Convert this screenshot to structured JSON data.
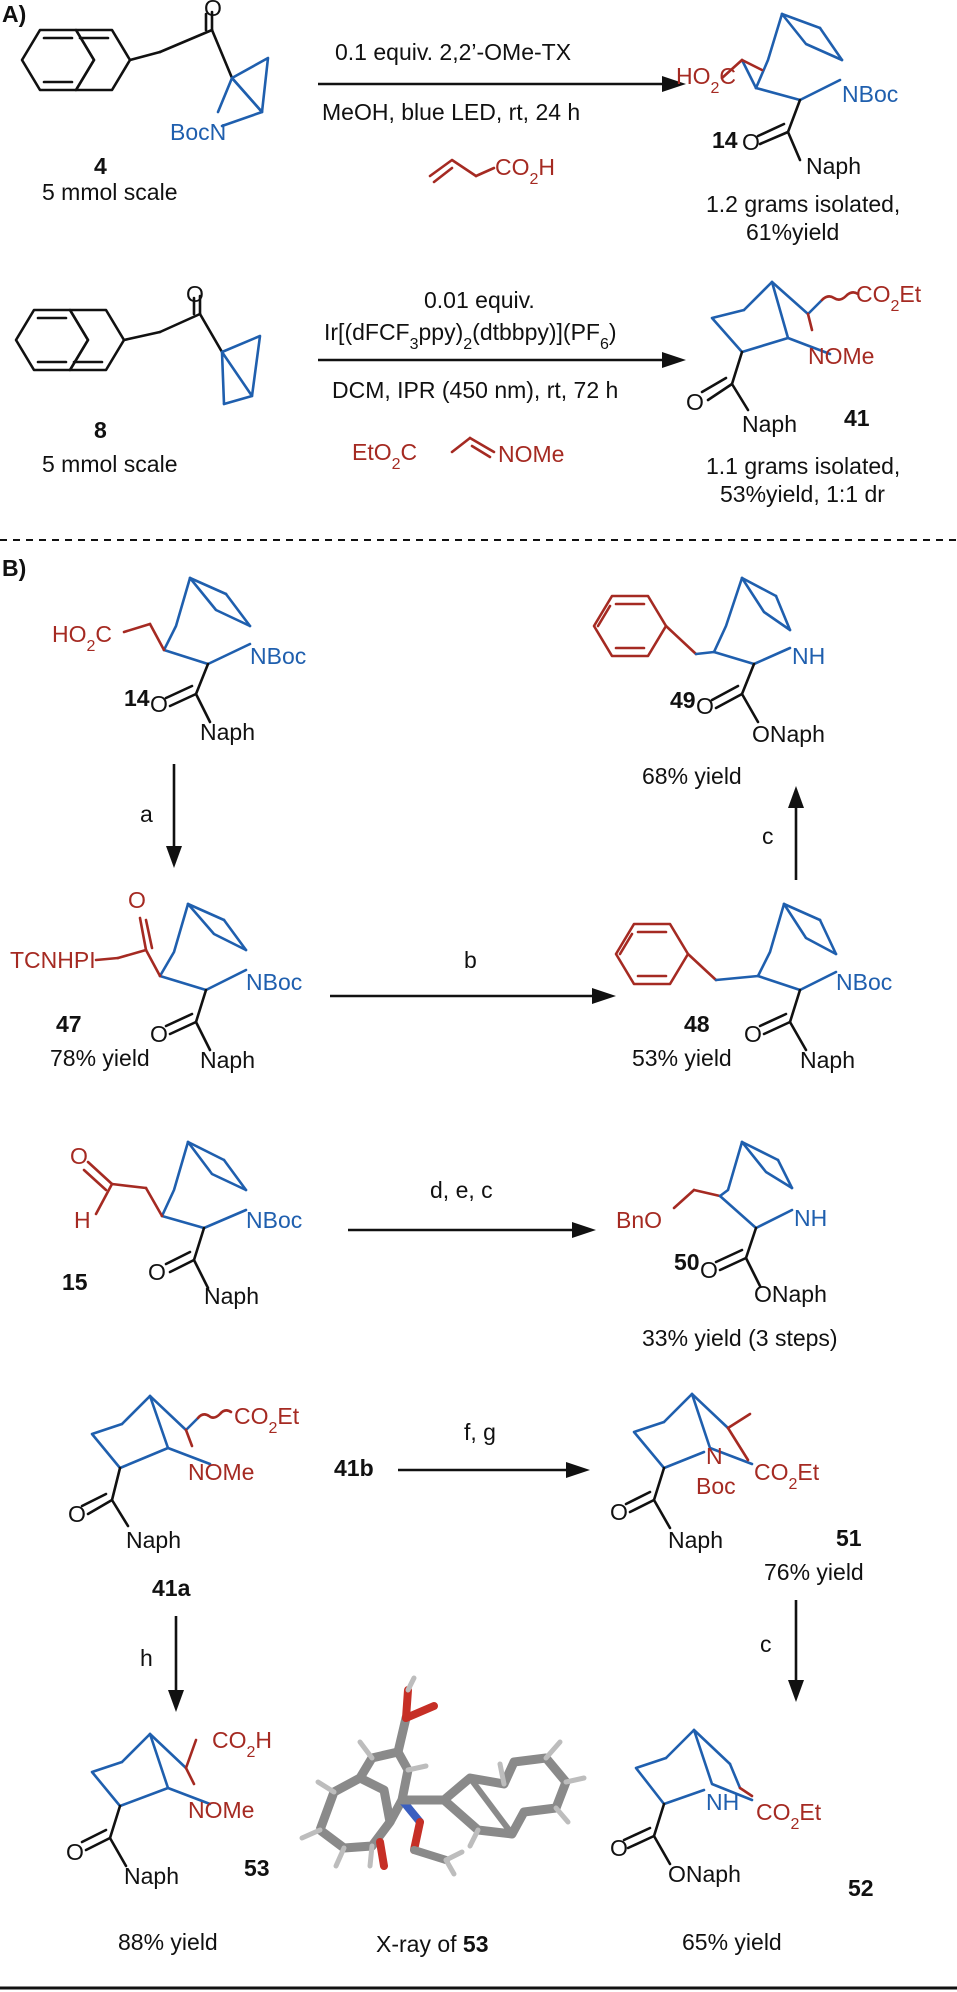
{
  "panels": {
    "a": "A)",
    "b": "B)"
  },
  "labels": {
    "c4": "4",
    "c14": "14",
    "c8": "8",
    "c41": "41",
    "c14b": "14",
    "c49": "49",
    "c47": "47",
    "c48": "48",
    "c15": "15",
    "c50": "50",
    "c41a": "41a",
    "c41b": "41b",
    "c51": "51",
    "c53": "53",
    "c52": "52"
  },
  "groups": {
    "boc": "Boc",
    "nboc": "NBoc",
    "naph": "Naph",
    "onaph": "ONaph",
    "nh": "NH",
    "o": "O",
    "ho2c": "HO",
    "co2h": "CO",
    "co2et": "CO",
    "et": "Et",
    "h": "H",
    "ome": "NOMe",
    "bno": "BnO",
    "tcnhpi": "TCNHPI",
    "n": "N",
    "sub2": "2"
  },
  "row1": {
    "scale": "5 mmol scale",
    "cond1": "0.1 equiv. 2,2’-OMe-TX",
    "cond2": "MeOH, blue LED, rt, 24 h",
    "result1": "1.2 grams isolated,",
    "result2": "61%yield"
  },
  "row2": {
    "scale": "5 mmol scale",
    "cond1": "0.01 equiv.",
    "cond2_a": "Ir[(dFCF",
    "cond2_b": "ppy)",
    "cond2_c": "(dtbbpy)](PF",
    "cond2_d": ")",
    "sub3": "3",
    "sub6": "6",
    "cond3": "DCM, IPR (450 nm), rt, 72 h",
    "reagent_a": "EtO",
    "reagent_b": "C",
    "reagent_c": "NOMe",
    "result1": "1.1 grams isolated,",
    "result2": "53%yield, 1:1 dr"
  },
  "steps": {
    "a": "a",
    "b": "b",
    "c": "c",
    "dec": "d, e, c",
    "fg": "f, g",
    "h": "h"
  },
  "yields": {
    "y47": "78% yield",
    "y48": "53% yield",
    "y49": "68% yield",
    "y50": "33% yield (3 steps)",
    "y51": "76% yield",
    "y53": "88% yield",
    "y52": "65% yield"
  },
  "xray": {
    "prefix": "X-ray of ",
    "cmpd": "53"
  }
}
